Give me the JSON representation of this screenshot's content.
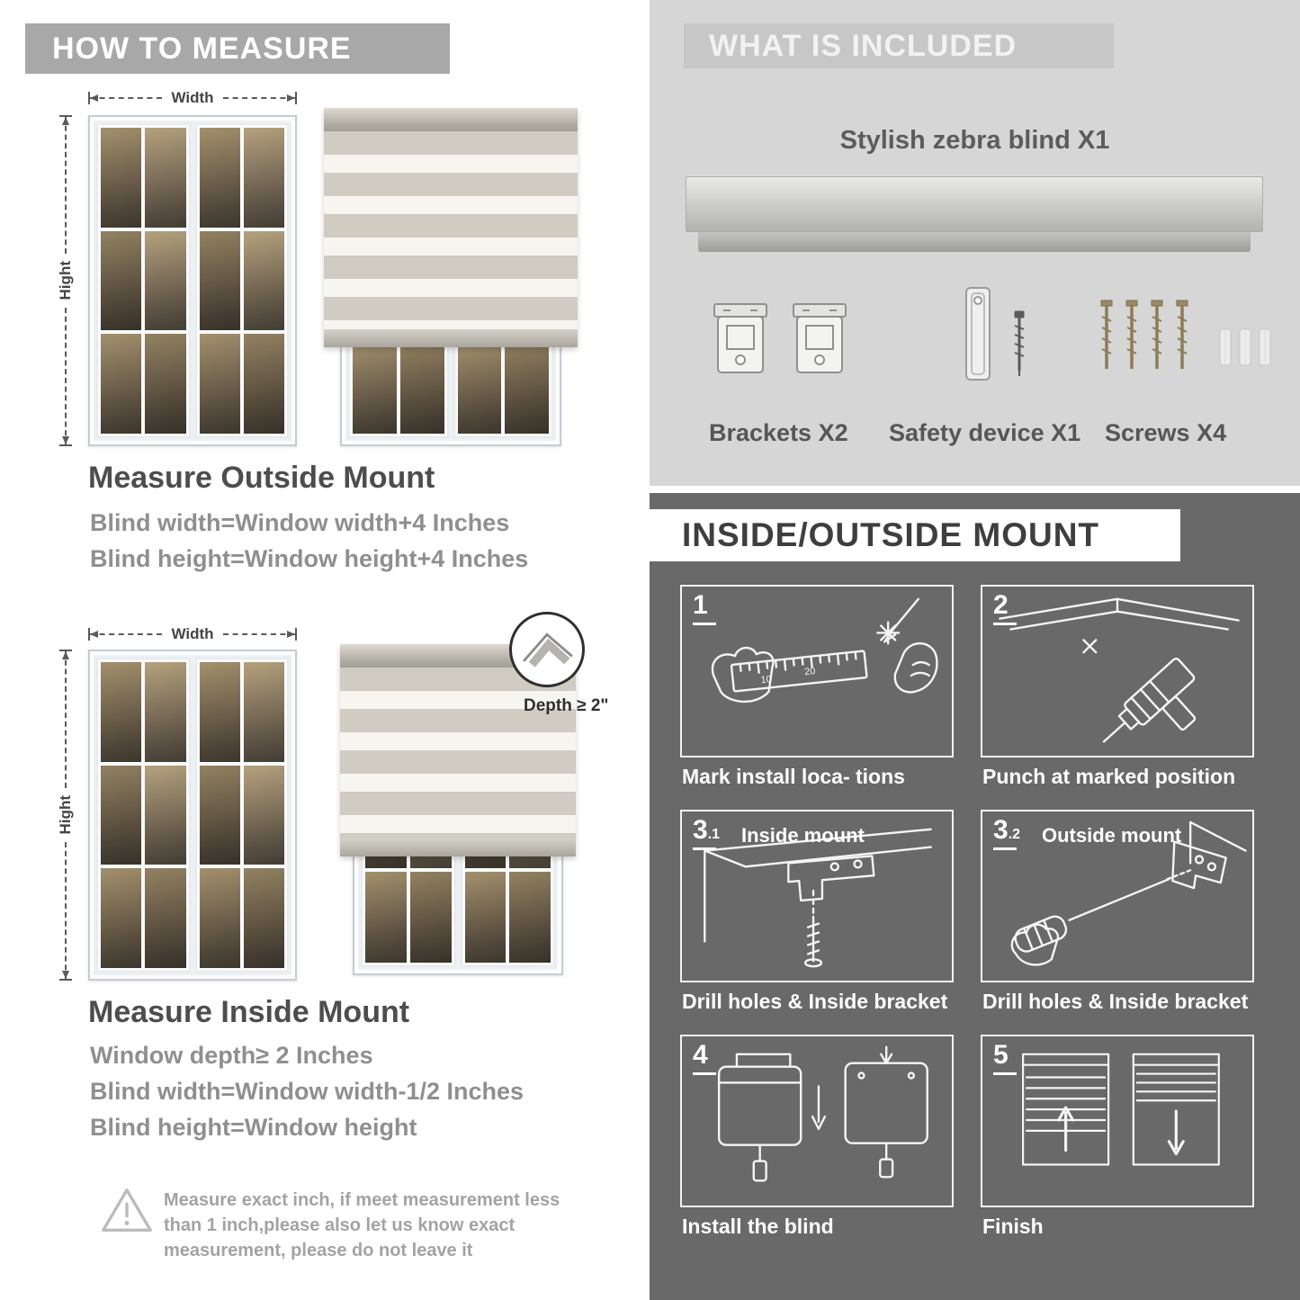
{
  "colors": {
    "left_header_bg": "#a8a8a8",
    "included_panel_bg": "#d6d6d6",
    "included_header_bg": "#c7c7c7",
    "mount_panel_bg": "#696969",
    "heading_text": "#4d4d4d",
    "body_text": "#8f8f8f"
  },
  "left": {
    "header": "HOW TO MEASURE",
    "outside": {
      "width_label": "Width",
      "height_label": "Hight",
      "title": "Measure Outside Mount",
      "line1": "Blind width=Window width+4 Inches",
      "line2": "Blind height=Window height+4 Inches"
    },
    "inside": {
      "width_label": "Width",
      "height_label": "Hight",
      "depth_label": "Depth ≥ 2\"",
      "title": "Measure Inside Mount",
      "line1": "Window depth≥ 2 Inches",
      "line2": "Blind width=Window width-1/2 Inches",
      "line3": "Blind height=Window height"
    },
    "note": "Measure exact inch, if meet measurement less than 1 inch,please also let us know exact measurement, please do not leave it"
  },
  "included": {
    "header": "WHAT IS INCLUDED",
    "product_label": "Stylish zebra blind X1",
    "items": [
      {
        "label": "Brackets X2",
        "icon": "brackets-icon"
      },
      {
        "label": "Safety device X1",
        "icon": "safety-device-icon"
      },
      {
        "label": "Screws X4",
        "icon": "screws-icon"
      }
    ]
  },
  "mount": {
    "header": "INSIDE/OUTSIDE MOUNT",
    "steps": [
      {
        "num": "1",
        "sub": "",
        "label": "",
        "caption": "Mark install loca- tions"
      },
      {
        "num": "2",
        "sub": "",
        "label": "",
        "caption": "Punch at  marked position"
      },
      {
        "num": "3",
        "sub": ".1",
        "label": "Inside mount",
        "caption": "Drill holes &  Inside bracket"
      },
      {
        "num": "3",
        "sub": ".2",
        "label": "Outside mount",
        "caption": "Drill holes &  Inside bracket"
      },
      {
        "num": "4",
        "sub": "",
        "label": "",
        "caption": "Install the blind"
      },
      {
        "num": "5",
        "sub": "",
        "label": "",
        "caption": "Finish"
      }
    ]
  }
}
